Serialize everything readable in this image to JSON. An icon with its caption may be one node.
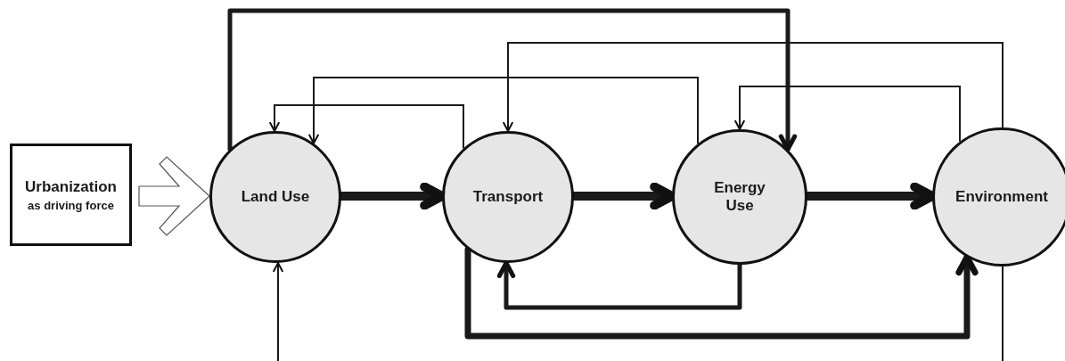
{
  "diagram": {
    "nodes": [
      {
        "text": [
          "Urbanization",
          "as driving force"
        ]
      },
      {
        "text": [
          "Land Use"
        ]
      },
      {
        "text": [
          "Transport"
        ]
      },
      {
        "text": [
          "Energy Use"
        ]
      },
      {
        "text": [
          "Environment"
        ]
      }
    ],
    "edges": [
      {
        "from": 0,
        "to": 1,
        "arrow": "to"
      },
      {
        "from": 1,
        "to": 2,
        "arrow": "to",
        "style": "thick"
      },
      {
        "from": 2,
        "to": 3,
        "arrow": "to",
        "style": "thick"
      },
      {
        "from": 3,
        "to": 4,
        "arrow": "to",
        "style": "thick"
      },
      {
        "from": 1,
        "to": 3,
        "arrow": "to",
        "style": "thick"
      },
      {
        "from": 2,
        "to": 1,
        "arrow": "to"
      },
      {
        "from": 3,
        "to": 1,
        "arrow": "to"
      },
      {
        "from": 4,
        "to": 2,
        "arrow": "to"
      },
      {
        "from": 4,
        "to": 3,
        "arrow": "to"
      },
      {
        "from": 3,
        "to": 2,
        "arrow": "to",
        "style": "thick"
      },
      {
        "from": 2,
        "to": 4,
        "arrow": "to",
        "style": "thick"
      },
      {
        "from": null,
        "to": 1,
        "arrow": "to"
      },
      {
        "from": 4,
        "to": null,
        "arrow": "none"
      }
    ]
  }
}
